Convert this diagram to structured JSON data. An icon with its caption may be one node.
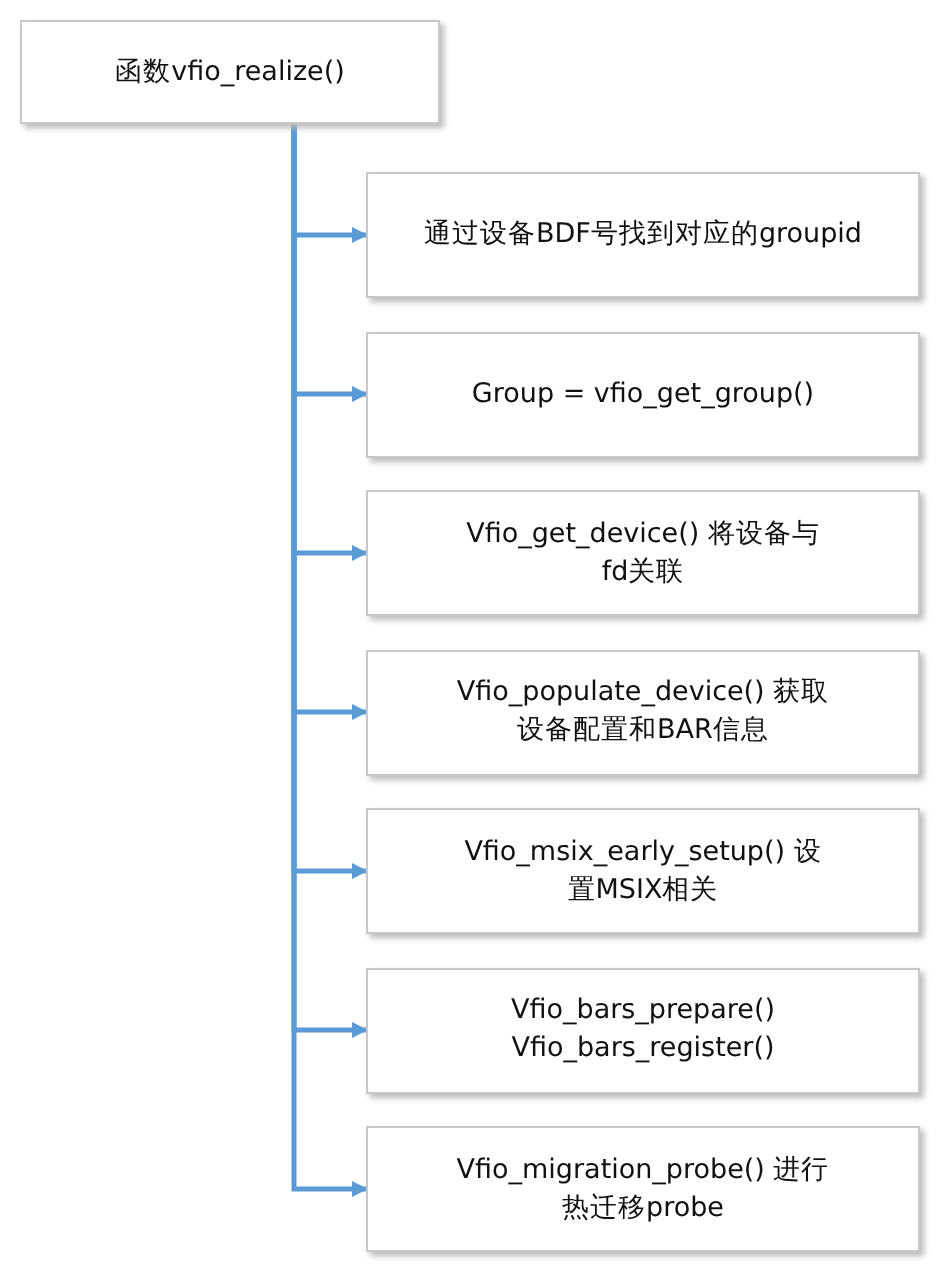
{
  "diagram": {
    "nodes": [
      {
        "text": [
          "函数vfio_realize()"
        ]
      },
      {
        "text": [
          "通过设备BDF号找到对应的groupid"
        ]
      },
      {
        "text": [
          "Group = vfio_get_group()"
        ]
      },
      {
        "text": [
          "Vfio_get_device() 将设备与fd关联"
        ]
      },
      {
        "text": [
          "Vfio_populate_device() 获取设备配置和BAR信息"
        ]
      },
      {
        "text": [
          "Vfio_msix_early_setup() 设置MSIX相关"
        ]
      },
      {
        "text": [
          "Vfio_bars_prepare() Vfio_bars_register()"
        ]
      },
      {
        "text": [
          "Vfio_migration_probe() 进行热迁移probe"
        ]
      }
    ],
    "edges": [
      {
        "from": 0,
        "to": 1,
        "arrow": "to"
      },
      {
        "from": 0,
        "to": 2,
        "arrow": "to"
      },
      {
        "from": 0,
        "to": 3,
        "arrow": "to"
      },
      {
        "from": 0,
        "to": 4,
        "arrow": "to"
      },
      {
        "from": 0,
        "to": 5,
        "arrow": "to"
      },
      {
        "from": 0,
        "to": 6,
        "arrow": "to"
      },
      {
        "from": 0,
        "to": 7,
        "arrow": "to"
      }
    ]
  }
}
